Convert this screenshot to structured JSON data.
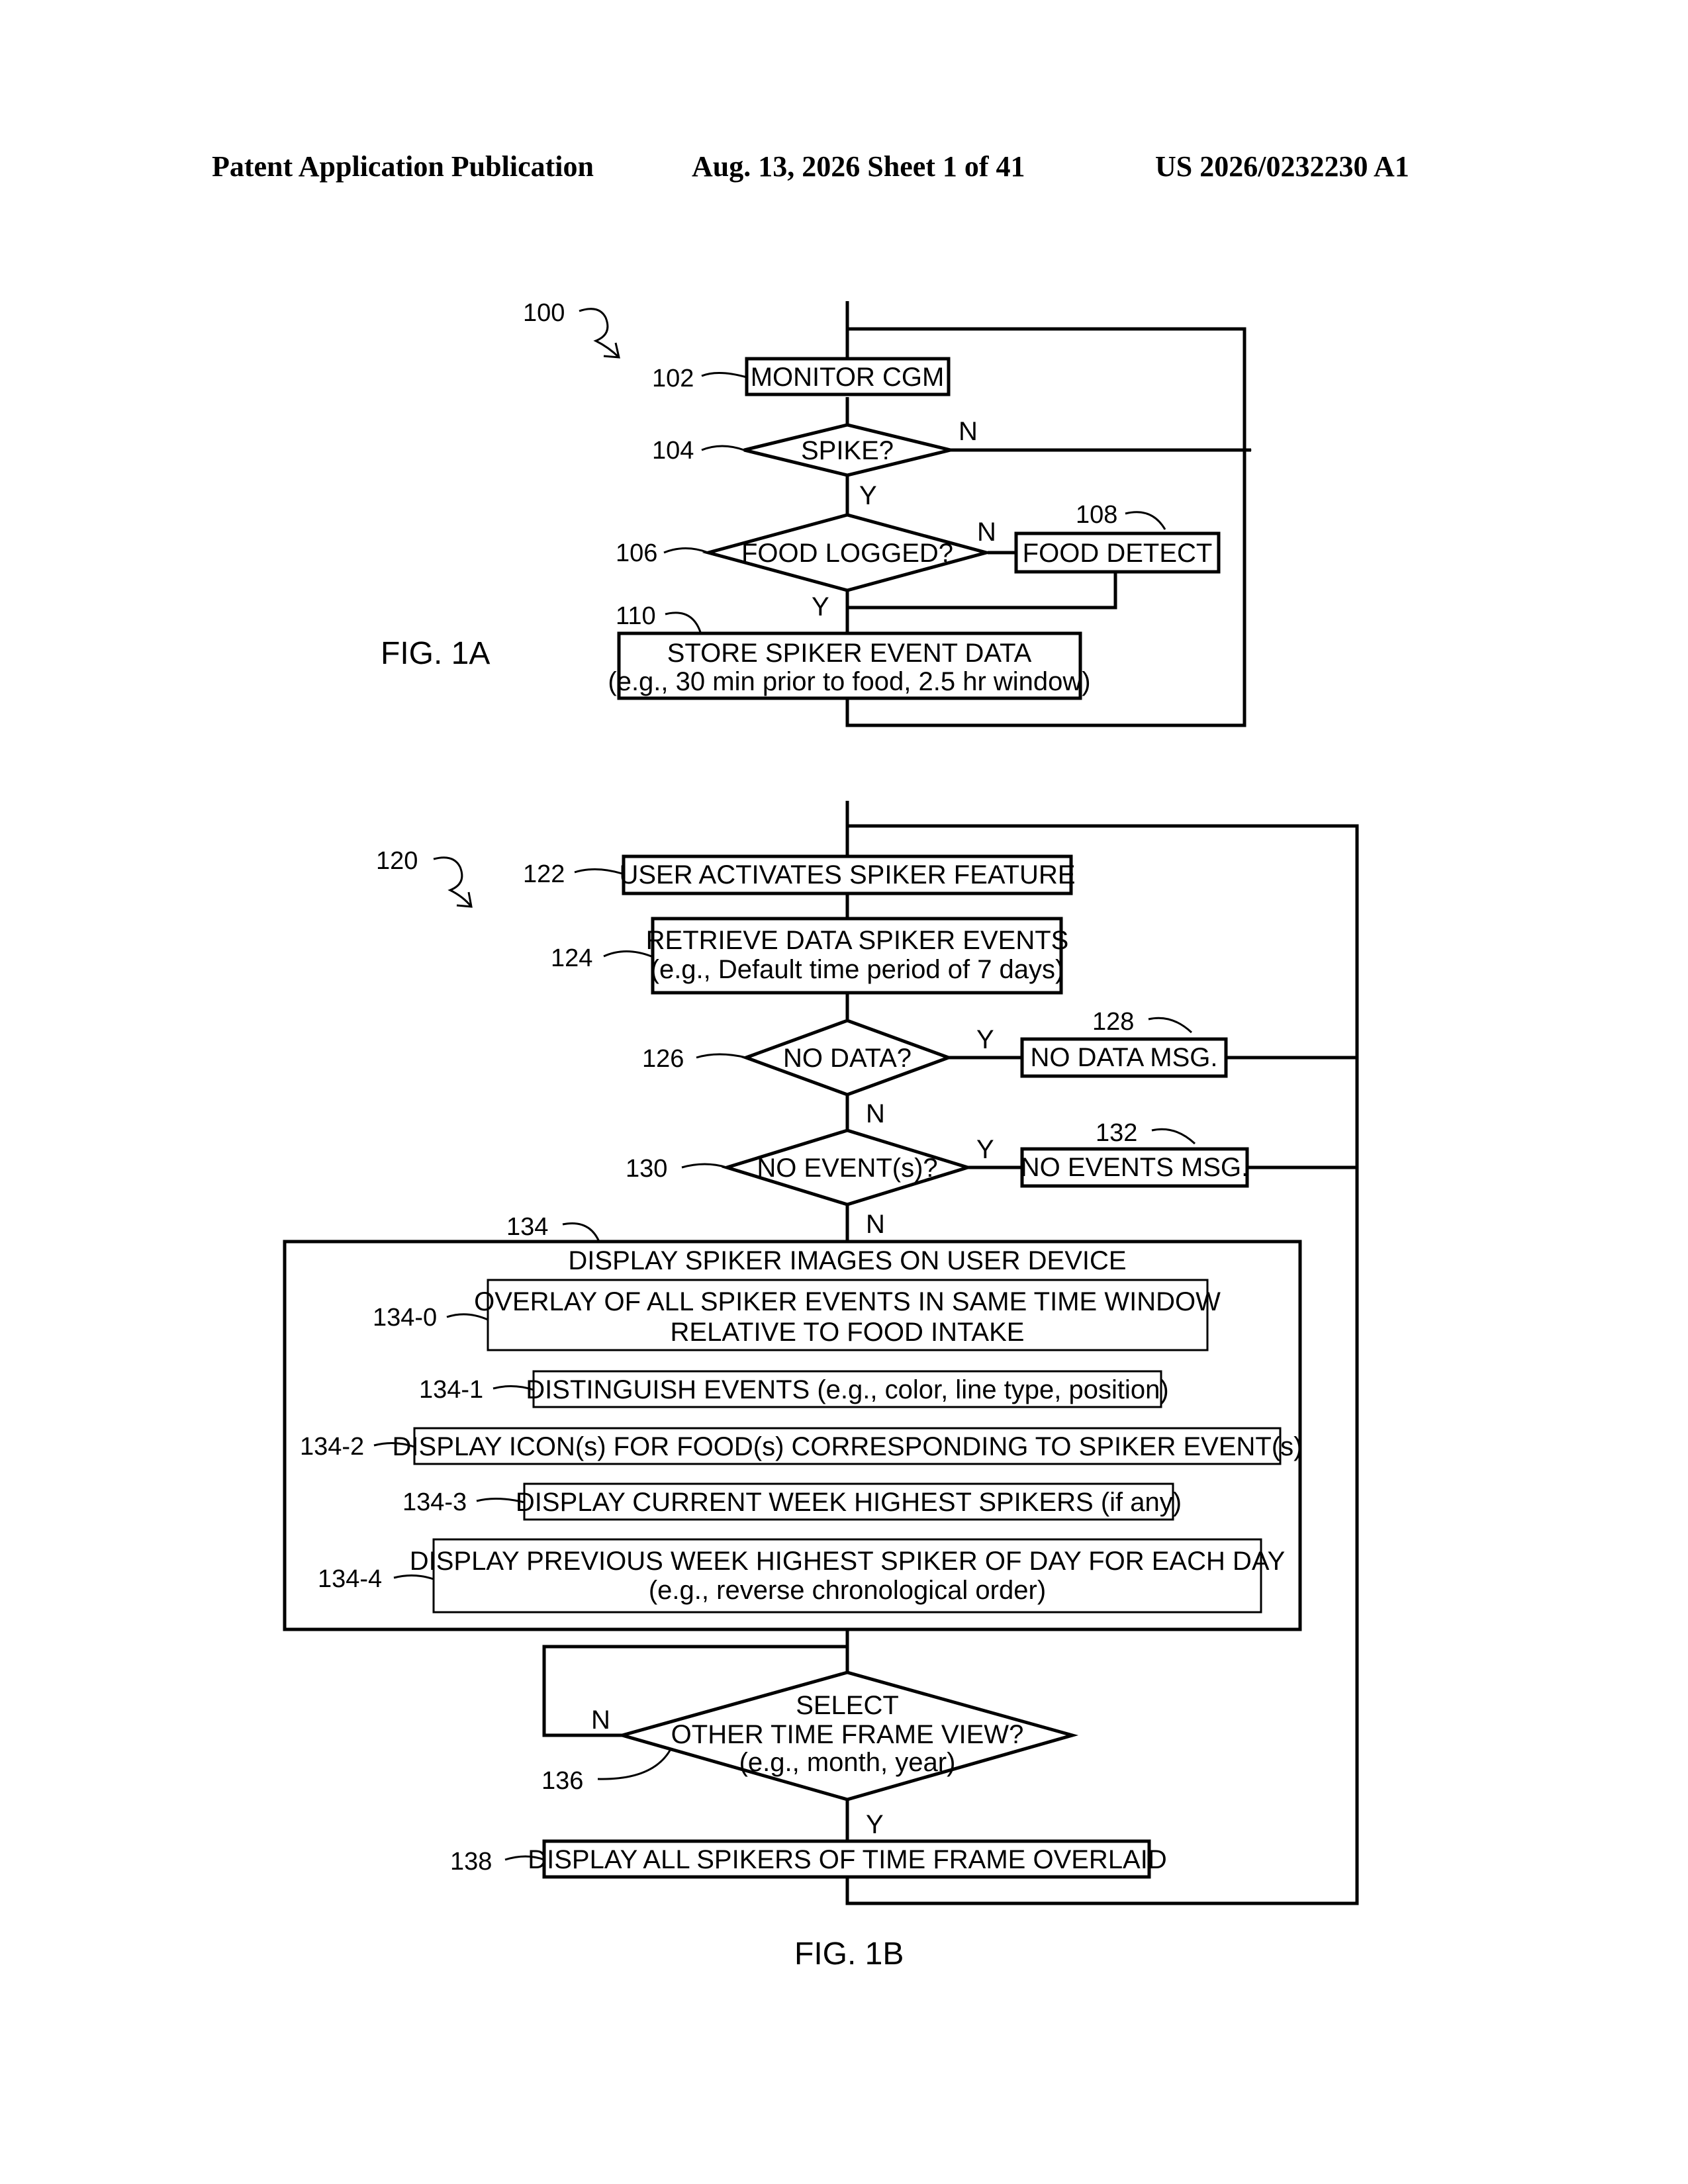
{
  "header": {
    "left": "Patent Application Publication",
    "middle": "Aug. 13, 2026  Sheet 1 of 41",
    "right": "US 2026/0232230 A1"
  },
  "fig1a": {
    "label": "FIG. 1A",
    "ref_main": "100",
    "ref_102": "102",
    "ref_104": "104",
    "ref_106": "106",
    "ref_108": "108",
    "ref_110": "110",
    "monitor": "MONITOR CGM",
    "spike": "SPIKE?",
    "food_logged": "FOOD LOGGED?",
    "food_detect": "FOOD DETECT",
    "store_line1": "STORE SPIKER EVENT DATA",
    "store_line2": "(e.g., 30 min prior to food, 2.5 hr window)",
    "y": "Y",
    "n": "N"
  },
  "fig1b": {
    "label": "FIG. 1B",
    "ref_main": "120",
    "ref_122": "122",
    "ref_124": "124",
    "ref_126": "126",
    "ref_128": "128",
    "ref_130": "130",
    "ref_132": "132",
    "ref_134": "134",
    "ref_134_0": "134-0",
    "ref_134_1": "134-1",
    "ref_134_2": "134-2",
    "ref_134_3": "134-3",
    "ref_134_4": "134-4",
    "ref_136": "136",
    "ref_138": "138",
    "activates": "USER ACTIVATES SPIKER FEATURE",
    "retrieve_line1": "RETRIEVE DATA SPIKER EVENTS",
    "retrieve_line2": "(e.g., Default time period of 7 days)",
    "no_data": "NO DATA?",
    "no_data_msg": "NO DATA MSG.",
    "no_event": "NO EVENT(s)?",
    "no_events_msg": "NO EVENTS MSG.",
    "display_title": "DISPLAY SPIKER IMAGES ON USER DEVICE",
    "overlay_line1": "OVERLAY OF ALL SPIKER EVENTS IN SAME TIME WINDOW",
    "overlay_line2": "RELATIVE TO FOOD INTAKE",
    "distinguish": "DISTINGUISH EVENTS (e.g., color, line type, position)",
    "icons": "DISPLAY ICON(s) FOR FOOD(s) CORRESPONDING TO SPIKER EVENT(s)",
    "current_week": "DISPLAY CURRENT WEEK HIGHEST SPIKERS (if any)",
    "prev_week_line1": "DISPLAY PREVIOUS WEEK HIGHEST SPIKER OF DAY FOR EACH DAY",
    "prev_week_line2": "(e.g., reverse chronological order)",
    "select_line1": "SELECT",
    "select_line2": "OTHER TIME FRAME VIEW?",
    "select_line3": "(e.g., month, year)",
    "display_all": "DISPLAY ALL SPIKERS OF TIME FRAME OVERLAID",
    "y": "Y",
    "n": "N"
  }
}
